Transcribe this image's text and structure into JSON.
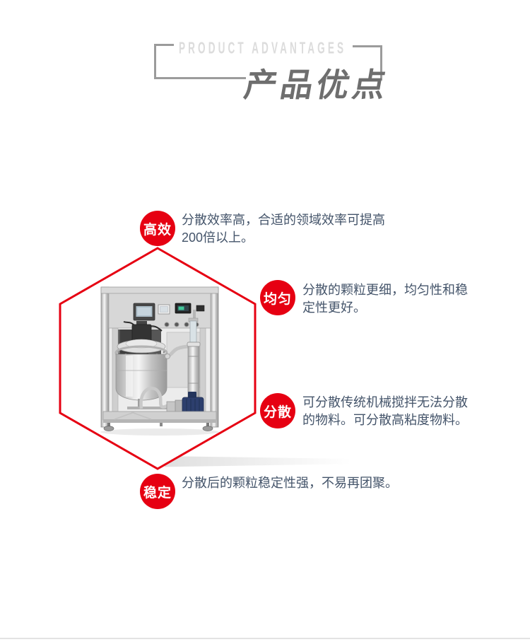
{
  "header": {
    "eyebrow": "PRODUCT ADVANTAGES",
    "title": "产品优点"
  },
  "features": [
    {
      "badge": "高效",
      "lines": [
        "分散效率高，合适的领域效率可提高",
        "200倍以上。"
      ]
    },
    {
      "badge": "均匀",
      "lines": [
        "分散的颗粒更细，均匀性和稳",
        "定性更好。"
      ]
    },
    {
      "badge": "分散",
      "lines": [
        "可分散传统机械搅拌无法分散",
        "的物料。可分散高粘度物料。"
      ]
    },
    {
      "badge": "稳定",
      "lines": [
        "分散后的颗粒稳定性强，不易再团聚。"
      ]
    }
  ],
  "image": {
    "label": "dispersing-machine-photo"
  },
  "colors": {
    "accent_red": "#e60012",
    "body_text": "#44546a",
    "title_gray": "#6e6e6e",
    "eyebrow_gray": "#dcdcdc",
    "bracket_gray": "#9b9b9b",
    "pump_motor_blue": "#2d3f6d"
  }
}
